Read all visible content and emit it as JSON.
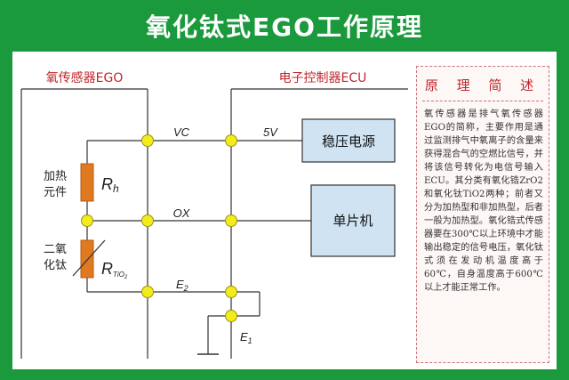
{
  "title": "氧化钛式EGO工作原理",
  "colors": {
    "frame_green": "#1b9a3d",
    "heading_red": "#c0252b",
    "node_yellow": "#f2ec1c",
    "resistor_orange": "#e07a20",
    "block_blue": "#cfe3f3",
    "wire": "#333333"
  },
  "diagram": {
    "ego_label": "氧传感器EGO",
    "ecu_label": "电子控制器ECU",
    "heater_label_line1": "加热",
    "heater_label_line2": "元件",
    "tio2_label_line1": "二氧",
    "tio2_label_line2": "化钛",
    "rh_main": "R",
    "rh_sub": "h",
    "rt_main": "R",
    "rt_sub": "TiO",
    "rt_sub2": "2",
    "vc_label": "VC",
    "v5_label": "5V",
    "ox_label": "OX",
    "e2_main": "E",
    "e2_sub": "2",
    "e1_main": "E",
    "e1_sub": "1",
    "regulator_label": "稳压电源",
    "mcu_label": "单片机"
  },
  "summary": {
    "heading": "原 理 简 述",
    "body": "氧传感器是排气氧传感器EGO的简称，主要作用是通过监测排气中氧离子的含量来获得混合气的空燃比信号，并将该信号转化为电信号输入ECU。其分类有氧化锆ZrO2和氧化钛TiO2两种；前者又分为加热型和非加热型，后者一般为加热型。氧化锆式传感器要在300℃以上环境中才能输出稳定的信号电压，氧化钛式须在发动机温度高于60℃，自身温度高于600℃以上才能正常工作。"
  }
}
